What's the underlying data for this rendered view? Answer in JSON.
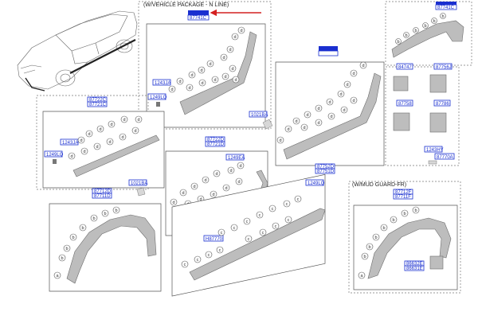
{
  "headers": {
    "vehicle_package": "(W/VEHICLE PACKAGE - N LINE)",
    "mud_guard": "(W/MUD GUARD-FR)"
  },
  "labels": {
    "c": "c",
    "d": "d",
    "b": "b",
    "a": "a"
  },
  "parts": {
    "p_87722c": "87722C",
    "p_87721c": "87721C",
    "p_1243ja_top": "1243JA",
    "p_1249lq_top": "1249LQ",
    "p_1243ja_left": "1243JA",
    "p_1249lq_left": "1249LQ",
    "p_1021ba_mid": "1021BA",
    "p_87722d": "87722D",
    "p_87721d": "87721D",
    "p_1249ea": "1249EA",
    "p_1021ba_low": "1021BA",
    "p_87712d": "87712D",
    "p_87711d": "87711D",
    "p_87752d": "87752D",
    "p_87751d": "87751D",
    "p_1249lq_low": "1249LQ",
    "p_h87770": "H87770",
    "p_87712f": "87712F",
    "p_87711f": "87711F",
    "p_86632e": "86632E",
    "p_86631e": "86631E",
    "p_84747": "84747",
    "p_87756j": "87756J",
    "p_87758": "87758",
    "p_87786": "87786",
    "p_1243hy": "1243HY",
    "p_87770a": "87770A",
    "p_87742c": "87742C",
    "p_87741c": "87741C"
  },
  "colors": {
    "part_number": "#1a2fd0",
    "callout_arrow": "#d42020"
  }
}
